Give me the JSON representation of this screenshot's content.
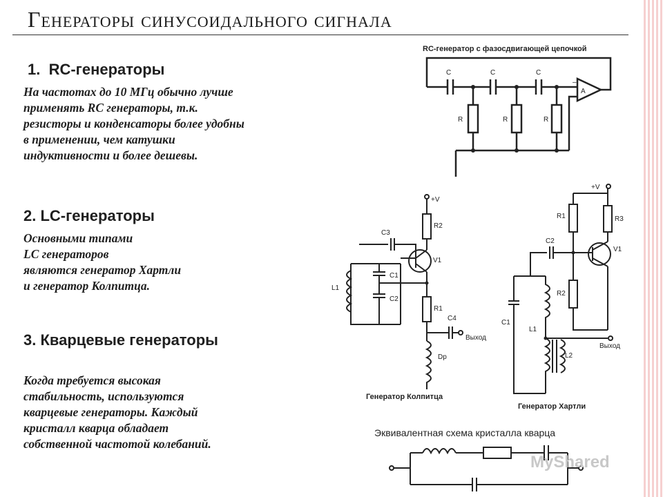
{
  "title": "Генераторы синусоидального сигнала",
  "sections": [
    {
      "heading": "1.  RC-генераторы",
      "text": "На частотах до 10 МГц обычно лучше\nприменять RC генераторы, т.к.\nрезисторы и конденсаторы более удобны\nв применении, чем катушки\nиндуктивности и более дешевы."
    },
    {
      "heading": "2. LC-генераторы",
      "text": "Основными типами\nLC генераторов\nявляются генератор Хартли\nи генератор Колпитца."
    },
    {
      "heading": "3. Кварцевые генераторы",
      "text": "Когда требуется высокая\nстабильность, используются\nкварцевые генераторы. Каждый\nкристалл кварца обладает\nсобственной частотой колебаний."
    }
  ],
  "diagrams": {
    "rc": {
      "caption": "RC-генератор с фазосдвигающей цепочкой",
      "cap_label": "C",
      "res_label": "R",
      "amp_label": "A",
      "minus_sign": "–"
    },
    "colpitts": {
      "caption": "Генератор Колпитца",
      "supply": "+V",
      "labels": {
        "r2": "R2",
        "r1": "R1",
        "c3": "C3",
        "c1": "C1",
        "c2": "C2",
        "c4": "C4",
        "l1": "L1",
        "v1": "V1",
        "dp": "Dp"
      },
      "output": "Выход"
    },
    "hartley": {
      "caption": "Генератор Хартли",
      "supply": "+V",
      "labels": {
        "r1": "R1",
        "r3": "R3",
        "r2": "R2",
        "c2": "C2",
        "c1": "C1",
        "l1": "L1",
        "l2": "L2",
        "v1": "V1"
      },
      "output": "Выход"
    },
    "quartz": {
      "caption": "Эквивалентная схема кристалла кварца"
    }
  },
  "watermark": "MyShared"
}
